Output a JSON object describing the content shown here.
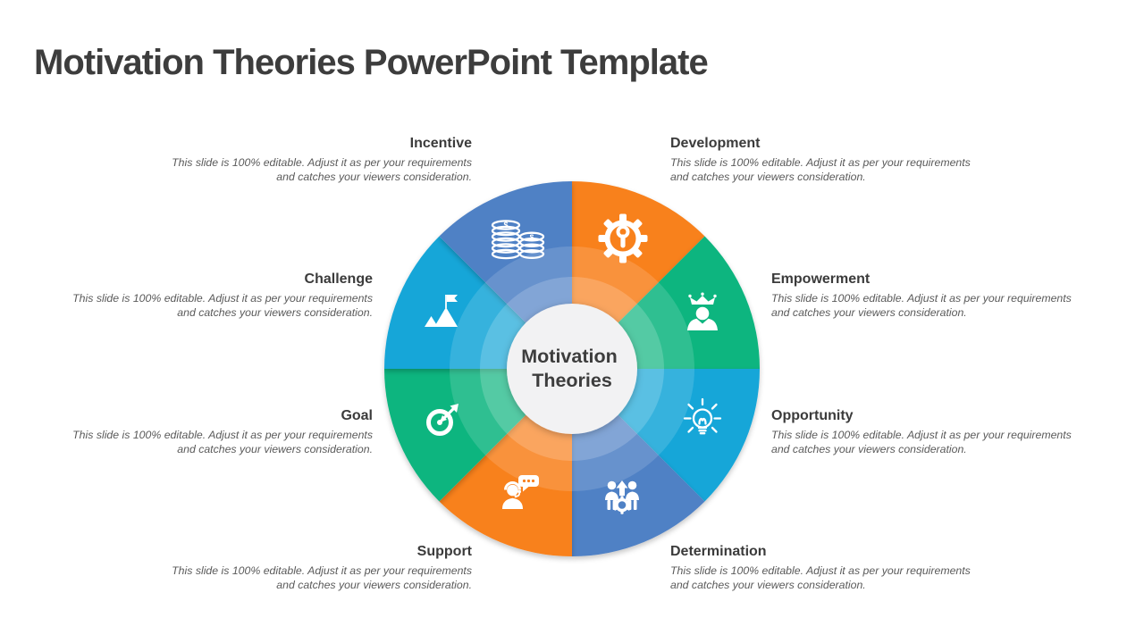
{
  "slide": {
    "title": "Motivation Theories PowerPoint Template",
    "center": {
      "line1": "Motivation",
      "line2": "Theories"
    },
    "note": {
      "line1": "This slide is 100% editable. Adjust it as per your requirements",
      "line2": "and catches your viewers consideration."
    },
    "colors": {
      "blue": "#5081c5",
      "orange": "#f8811f",
      "green": "#10b57f",
      "cyan": "#18a6d8",
      "hub_fill": "#f2f2f3",
      "heading_text": "#3d3d3d",
      "body_text": "#5a5a5a",
      "icon_color": "#ffffff"
    },
    "segments": [
      {
        "label": "Development",
        "position": "top-right",
        "color": "#f8811f",
        "icon": "gear-wrench-icon"
      },
      {
        "label": "Empowerment",
        "position": "right-upper",
        "color": "#10b57f",
        "icon": "crown-person-icon"
      },
      {
        "label": "Opportunity",
        "position": "right-lower",
        "color": "#18a6d8",
        "icon": "lightbulb-icon"
      },
      {
        "label": "Determination",
        "position": "bottom-right",
        "color": "#5081c5",
        "icon": "team-gear-icon"
      },
      {
        "label": "Support",
        "position": "bottom-left",
        "color": "#f8811f",
        "icon": "support-agent-icon"
      },
      {
        "label": "Goal",
        "position": "left-lower",
        "color": "#10b57f",
        "icon": "target-dart-icon"
      },
      {
        "label": "Challenge",
        "position": "left-upper",
        "color": "#18a6d8",
        "icon": "mountain-flag-icon"
      },
      {
        "label": "Incentive",
        "position": "top-left",
        "color": "#5081c5",
        "icon": "coins-icon"
      }
    ]
  }
}
